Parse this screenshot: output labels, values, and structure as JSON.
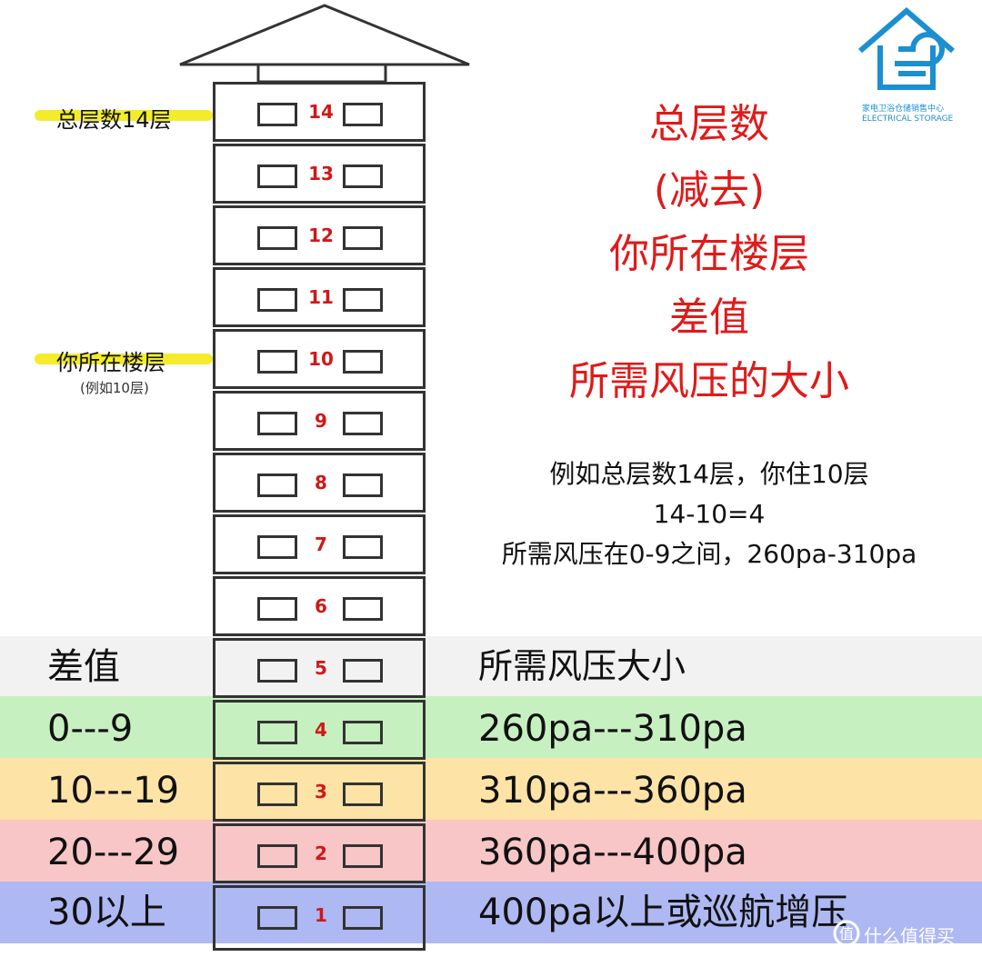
{
  "logo": {
    "cn": "家电卫浴仓储销售中心",
    "en": "ELECTRICAL STORAGE",
    "color": "#1b8fd0"
  },
  "side_labels": {
    "total_floors": "总层数14层",
    "your_floor": "你所在楼层",
    "your_floor_note": "(例如10层)"
  },
  "heading": {
    "lines": [
      "总层数",
      "(减去)",
      "你所在楼层",
      "差值",
      "所需风压的大小"
    ],
    "color": "#e01a1a"
  },
  "example": {
    "lines": [
      "例如总层数14层，你住10层",
      "14-10=4",
      "所需风压在0-9之间，260pa-310pa"
    ]
  },
  "table": {
    "header": {
      "left": "差值",
      "right": "所需风压大小"
    },
    "rows": [
      {
        "diff": "0---9",
        "pressure": "260pa---310pa",
        "color": "#c7f0c0"
      },
      {
        "diff": "10---19",
        "pressure": "310pa---360pa",
        "color": "#fde3a6"
      },
      {
        "diff": "20---29",
        "pressure": "360pa---400pa",
        "color": "#f8c6c6"
      },
      {
        "diff": "30以上",
        "pressure": "400pa以上或巡航增压",
        "color": "#aeb8f2"
      }
    ],
    "header_color": "#f2f2f2"
  },
  "building": {
    "floors": [
      "14",
      "13",
      "12",
      "11",
      "10",
      "9",
      "8",
      "7",
      "6",
      "5",
      "4",
      "3",
      "2",
      "1"
    ],
    "number_color": "#d01818"
  },
  "watermark": {
    "text": "什么值得买"
  }
}
